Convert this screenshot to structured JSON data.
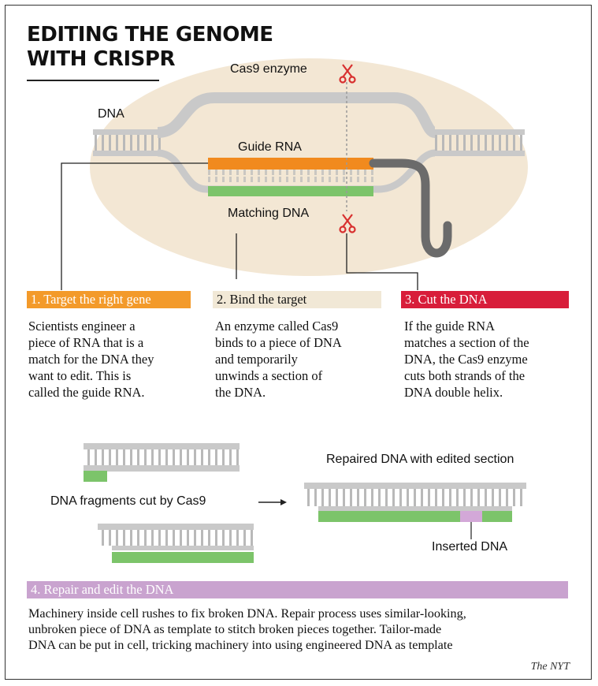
{
  "title": {
    "line1": "EDITING THE GENOME",
    "line2": "WITH CRISPR"
  },
  "labels": {
    "cas9": "Cas9 enzyme",
    "dna": "DNA",
    "guide_rna": "Guide RNA",
    "matching_dna": "Matching DNA",
    "fragments": "DNA fragments cut by Cas9",
    "repaired": "Repaired DNA with edited section",
    "inserted": "Inserted DNA"
  },
  "steps": [
    {
      "heading": "1. Target the right gene",
      "color": "#f39a2a",
      "text_color": "#ffffff",
      "lines": [
        "Scientists engineer a",
        "piece of RNA that is a",
        "match for the DNA they",
        "want to edit. This is",
        "called the guide RNA."
      ]
    },
    {
      "heading": "2. Bind the target",
      "color": "#f1e8d6",
      "text_color": "#111111",
      "lines": [
        "An enzyme called Cas9",
        "binds to a piece of DNA",
        "and temporarily",
        "unwinds a section of",
        "the DNA."
      ]
    },
    {
      "heading": "3. Cut the DNA",
      "color": "#d81d3a",
      "text_color": "#ffffff",
      "lines": [
        "If the guide RNA",
        "matches a section of the",
        "DNA, the Cas9 enzyme",
        "cuts both strands of the",
        "DNA double helix."
      ]
    },
    {
      "heading": "4. Repair and edit the DNA",
      "color": "#c9a3cf",
      "text_color": "#ffffff",
      "lines": [
        "Machinery inside cell rushes to fix broken DNA. Repair process uses similar-looking,",
        "unbroken piece of DNA as template to stitch broken pieces together. Tailor-made",
        "DNA can be put in cell, tricking machinery into using engineered DNA as template"
      ]
    }
  ],
  "credit": "The NYT",
  "colors": {
    "enzyme_bg": "#f3e7d4",
    "strand": "#c9c9c9",
    "guide_rna": "#f18a1e",
    "matching_dna": "#7cc46a",
    "inserted": "#d3a8d8",
    "scissors": "#d8302f",
    "cas9_tail": "#6b6b6b"
  },
  "icons": [
    "scissors-icon",
    "arrow-right-icon"
  ]
}
